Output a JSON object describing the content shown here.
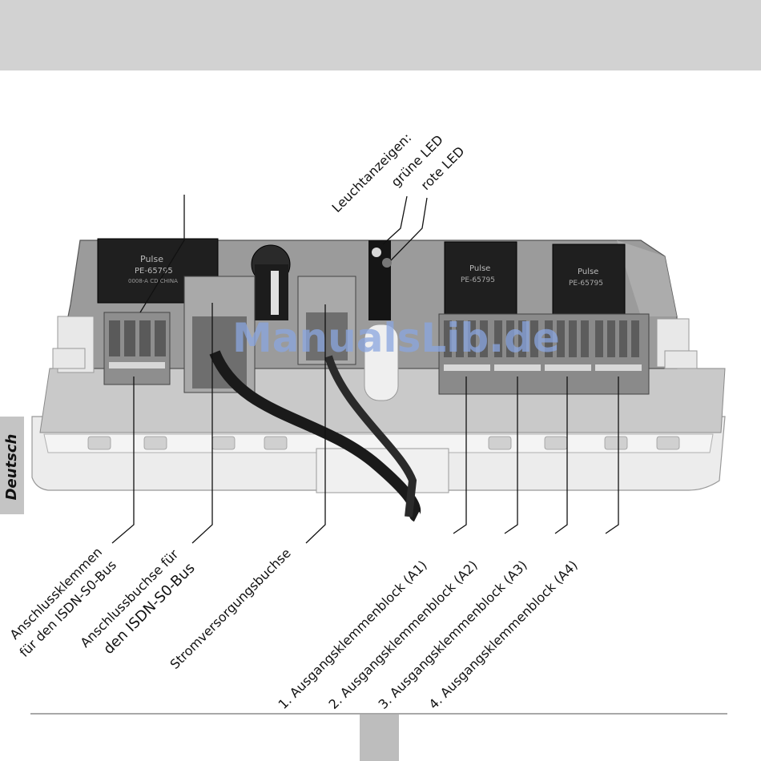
{
  "side_tab": {
    "label": "Deutsch"
  },
  "watermark": "ManualsLib.de",
  "labels": {
    "leuchtanzeigen": "Leuchtanzeigen:",
    "gruene_led": "grüne LED",
    "rote_led": "rote LED",
    "anschlussklemmen_1": "Anschlussklemmen",
    "anschlussklemmen_2": "für den ISDN-S0-Bus",
    "anschlussbuchse_1": "Anschlussbuchse für",
    "anschlussbuchse_2": "den ISDN-S0-Bus",
    "stromversorgung": "Stromversorgungsbuchse",
    "block_a1": "1. Ausgangsklemmenblock (A1)",
    "block_a2": "2. Ausgangsklemmenblock (A2)",
    "block_a3": "3. Ausgangsklemmenblock (A3)",
    "block_a4": "4. Ausgangsklemmenblock (A4)"
  },
  "pcb_text": {
    "chip_left_brand": "Pulse",
    "chip_left_model": "PE-65795",
    "chip_left_line": "0008-A CD CHINA",
    "chip_mid_brand": "Pulse",
    "chip_mid_model": "PE-65795",
    "chip_right_brand": "Pulse",
    "chip_right_model": "PE-65795"
  }
}
